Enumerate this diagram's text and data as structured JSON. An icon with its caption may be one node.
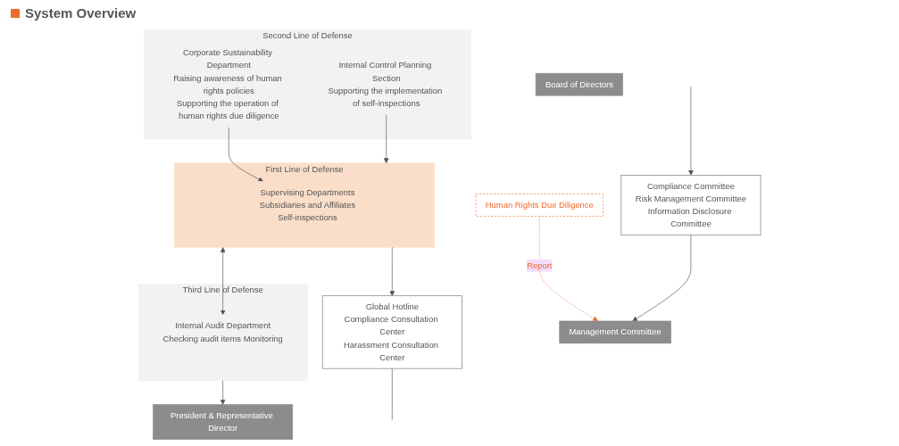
{
  "diagram": {
    "title": "System Overview",
    "nodes": [
      {
        "text": [
          "Board of Directors"
        ]
      },
      {
        "text": [
          "President & Representative Director"
        ]
      },
      {
        "text": [
          "Management Committee"
        ]
      },
      {
        "text": [
          "Compliance Committee",
          "Risk Management Committee",
          "Information Disclosure Committee"
        ]
      },
      {
        "text": [
          "Human Rights Due Diligence"
        ]
      },
      {
        "text": [
          "Second Line of Defense"
        ]
      },
      {
        "text": [
          "Corporate Sustainability Department",
          "Raising awareness of human rights policies",
          "Supporting the operation of human rights due diligence"
        ],
        "in": 5
      },
      {
        "text": [
          "Internal Control Planning Section",
          "Supporting the implementation of self-inspections"
        ],
        "in": 5
      },
      {
        "text": [
          "First Line of Defense"
        ]
      },
      {
        "text": [
          "Supervising Departments",
          "Subsidiaries and Affiliates",
          "Self-inspections"
        ],
        "in": 8
      },
      {
        "text": [
          "Third Line of Defense"
        ]
      },
      {
        "text": [
          "Internal Audit Department",
          "Checking audit items Monitoring"
        ],
        "in": 10
      },
      {
        "text": [
          "Global Hotline",
          "Compliance Consultation Center",
          "Harassment Consultation Center"
        ]
      }
    ],
    "edges": [
      {
        "from": 10,
        "to": 1,
        "arrow": "to"
      },
      {
        "from": 3,
        "to": 2,
        "arrow": "to"
      },
      {
        "from": null,
        "to": 3,
        "arrow": "to"
      },
      {
        "from": 4,
        "to": 2,
        "arrow": "to",
        "label": "Report",
        "style": "dashed",
        "color": "#ee6a2c"
      },
      {
        "from": 6,
        "to": 9,
        "arrow": "to"
      },
      {
        "from": 7,
        "to": 8,
        "arrow": "to"
      },
      {
        "from": 8,
        "to": 11,
        "arrow": "both"
      },
      {
        "from": 8,
        "to": 12,
        "arrow": "to"
      },
      {
        "from": 12,
        "to": null,
        "arrow": "none"
      }
    ]
  }
}
